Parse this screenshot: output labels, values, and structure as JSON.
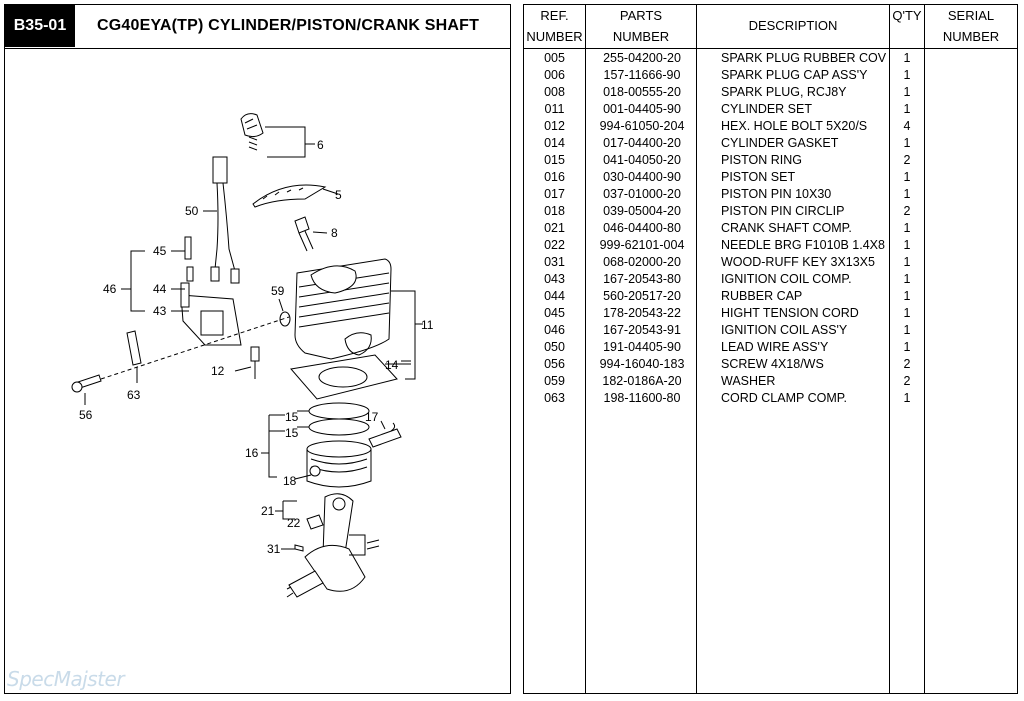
{
  "page": {
    "code": "B35-01",
    "title": "CG40EYA(TP)  CYLINDER/PISTON/CRANK SHAFT"
  },
  "table": {
    "headers": {
      "ref_1": "REF.",
      "ref_2": "NUMBER",
      "parts_1": "PARTS",
      "parts_2": "NUMBER",
      "desc": "DESCRIPTION",
      "qty": "Q'TY",
      "serial_1": "SERIAL",
      "serial_2": "NUMBER"
    },
    "rows": [
      {
        "ref": "005",
        "part": "255-04200-20",
        "desc": "SPARK PLUG RUBBER COV",
        "qty": "1"
      },
      {
        "ref": "006",
        "part": "157-11666-90",
        "desc": "SPARK PLUG CAP ASS'Y",
        "qty": "1"
      },
      {
        "ref": "008",
        "part": "018-00555-20",
        "desc": "SPARK PLUG, RCJ8Y",
        "qty": "1"
      },
      {
        "ref": "011",
        "part": "001-04405-90",
        "desc": "CYLINDER SET",
        "qty": "1"
      },
      {
        "ref": "012",
        "part": "994-61050-204",
        "desc": "HEX. HOLE BOLT 5X20/S",
        "qty": "4"
      },
      {
        "ref": "014",
        "part": "017-04400-20",
        "desc": "CYLINDER GASKET",
        "qty": "1"
      },
      {
        "ref": "015",
        "part": "041-04050-20",
        "desc": "PISTON RING",
        "qty": "2"
      },
      {
        "ref": "016",
        "part": "030-04400-90",
        "desc": "PISTON SET",
        "qty": "1"
      },
      {
        "ref": "017",
        "part": "037-01000-20",
        "desc": "PISTON PIN 10X30",
        "qty": "1"
      },
      {
        "ref": "018",
        "part": "039-05004-20",
        "desc": "PISTON PIN CIRCLIP",
        "qty": "2"
      },
      {
        "ref": "021",
        "part": "046-04400-80",
        "desc": "CRANK SHAFT COMP.",
        "qty": "1"
      },
      {
        "ref": "022",
        "part": "999-62101-004",
        "desc": "NEEDLE BRG F1010B 1.4X8",
        "qty": "1"
      },
      {
        "ref": "031",
        "part": "068-02000-20",
        "desc": "WOOD-RUFF KEY 3X13X5",
        "qty": "1"
      },
      {
        "ref": "043",
        "part": "167-20543-80",
        "desc": "IGNITION COIL COMP.",
        "qty": "1"
      },
      {
        "ref": "044",
        "part": "560-20517-20",
        "desc": "RUBBER CAP",
        "qty": "1"
      },
      {
        "ref": "045",
        "part": "178-20543-22",
        "desc": "HIGHT TENSION CORD",
        "qty": "1"
      },
      {
        "ref": "046",
        "part": "167-20543-91",
        "desc": "IGNITION COIL ASS'Y",
        "qty": "1"
      },
      {
        "ref": "050",
        "part": "191-04405-90",
        "desc": "LEAD WIRE ASS'Y",
        "qty": "1"
      },
      {
        "ref": "056",
        "part": "994-16040-183",
        "desc": "SCREW 4X18/WS",
        "qty": "2"
      },
      {
        "ref": "059",
        "part": "182-0186A-20",
        "desc": "WASHER",
        "qty": "2"
      },
      {
        "ref": "063",
        "part": "198-11600-80",
        "desc": "CORD CLAMP COMP.",
        "qty": "1"
      }
    ]
  },
  "diagram": {
    "callouts": {
      "c6": "6",
      "c5": "5",
      "c50": "50",
      "c8": "8",
      "c45": "45",
      "c44": "44",
      "c46": "46",
      "c43": "43",
      "c59": "59",
      "c11": "11",
      "c12": "12",
      "c14": "14",
      "c63": "63",
      "c56": "56",
      "c15a": "15",
      "c15b": "15",
      "c17": "17",
      "c16": "16",
      "c18": "18",
      "c21": "21",
      "c22": "22",
      "c31": "31"
    }
  },
  "watermark": "SpecMajster"
}
